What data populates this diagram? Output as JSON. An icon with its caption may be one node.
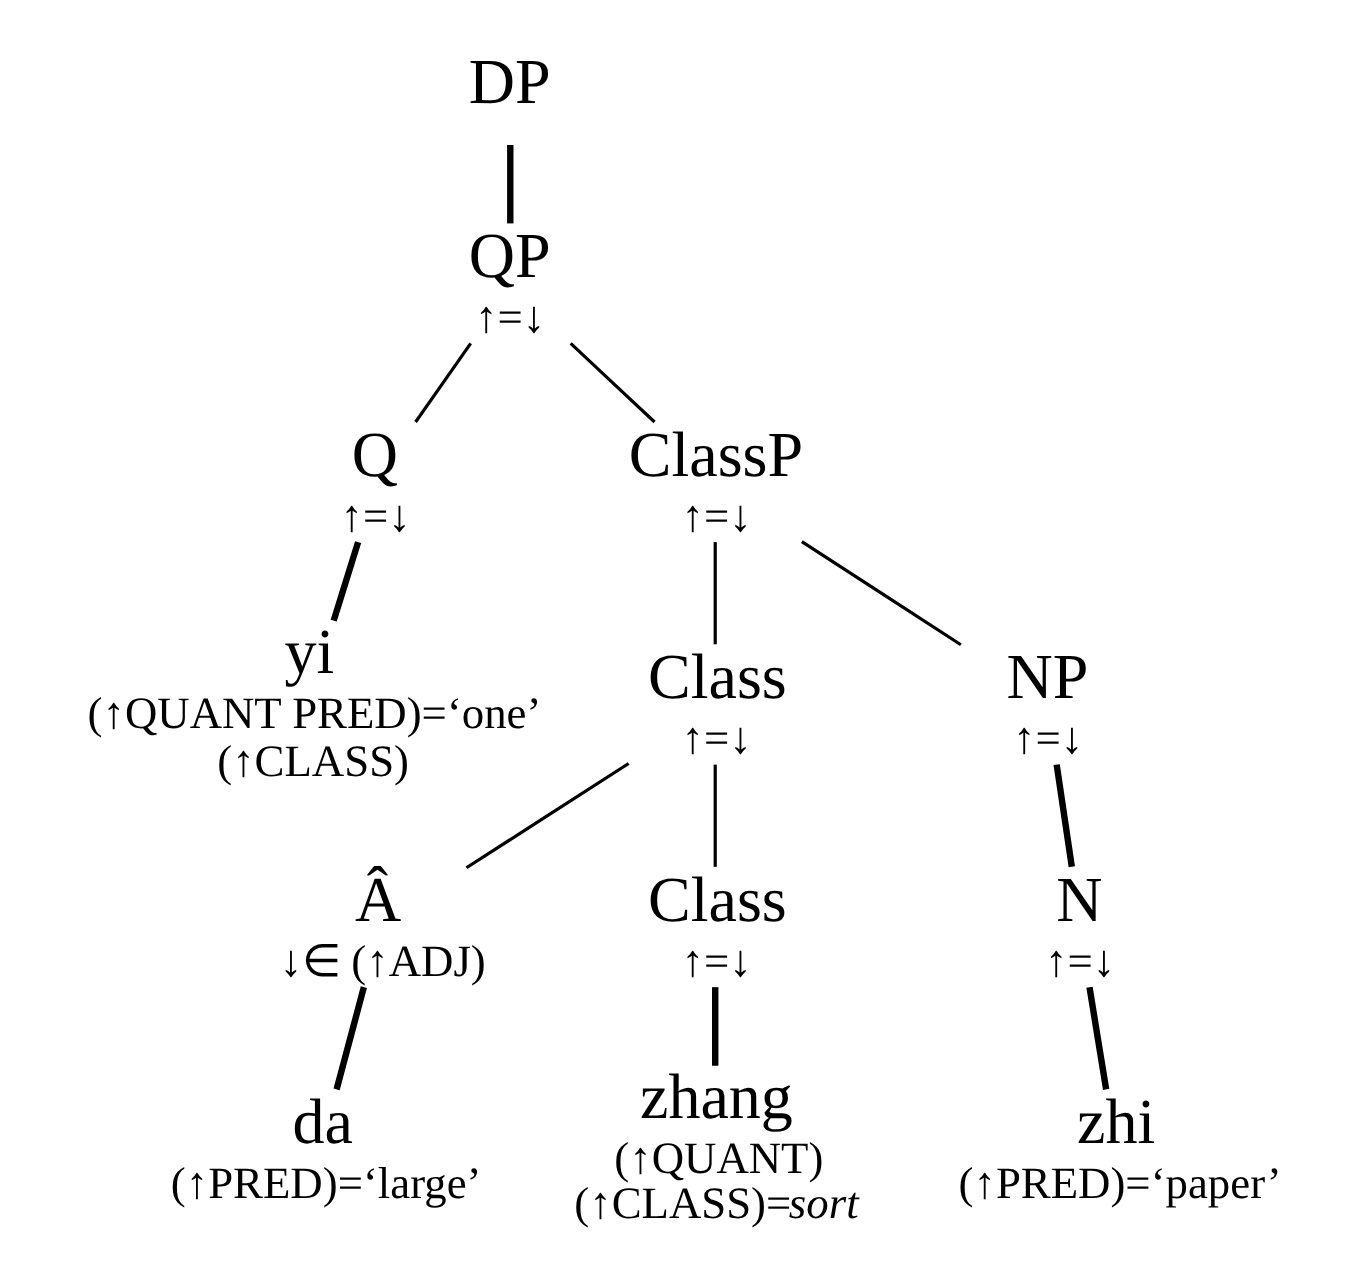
{
  "diagram": {
    "nodes": [
      {
        "text": [
          "DP"
        ]
      },
      {
        "text": [
          "QP",
          "↑=↓"
        ]
      },
      {
        "text": [
          "Q",
          "↑=↓"
        ]
      },
      {
        "text": [
          "ClassP",
          "↑=↓"
        ]
      },
      {
        "text": [
          "yi",
          "(↑QUANT PRED)=‘one’",
          "(↑CLASS)"
        ]
      },
      {
        "text": [
          "Class",
          "↑=↓"
        ]
      },
      {
        "text": [
          "NP",
          "↑=↓"
        ]
      },
      {
        "text": [
          "Â",
          "↓∈ (↑ADJ)"
        ]
      },
      {
        "text": [
          "Class",
          "↑=↓"
        ]
      },
      {
        "text": [
          "N",
          "↑=↓"
        ]
      },
      {
        "text": [
          "da",
          "(↑PRED)=‘large’"
        ]
      },
      {
        "text": [
          "zhang",
          "(↑QUANT)",
          "(↑CLASS)=*sort*"
        ]
      },
      {
        "text": [
          "zhi",
          "(↑PRED)=‘paper’"
        ]
      }
    ],
    "edges": [
      {
        "from": 0,
        "to": 1,
        "arrow": "none",
        "style": "thick"
      },
      {
        "from": 1,
        "to": 2,
        "arrow": "none"
      },
      {
        "from": 1,
        "to": 3,
        "arrow": "none"
      },
      {
        "from": 2,
        "to": 4,
        "arrow": "none",
        "style": "thick"
      },
      {
        "from": 3,
        "to": 5,
        "arrow": "none"
      },
      {
        "from": 3,
        "to": 6,
        "arrow": "none"
      },
      {
        "from": 5,
        "to": 7,
        "arrow": "none"
      },
      {
        "from": 5,
        "to": 8,
        "arrow": "none"
      },
      {
        "from": 6,
        "to": 9,
        "arrow": "none",
        "style": "thick"
      },
      {
        "from": 7,
        "to": 10,
        "arrow": "none",
        "style": "thick"
      },
      {
        "from": 8,
        "to": 11,
        "arrow": "none",
        "style": "thick"
      },
      {
        "from": 9,
        "to": 12,
        "arrow": "none",
        "style": "thick"
      }
    ]
  }
}
